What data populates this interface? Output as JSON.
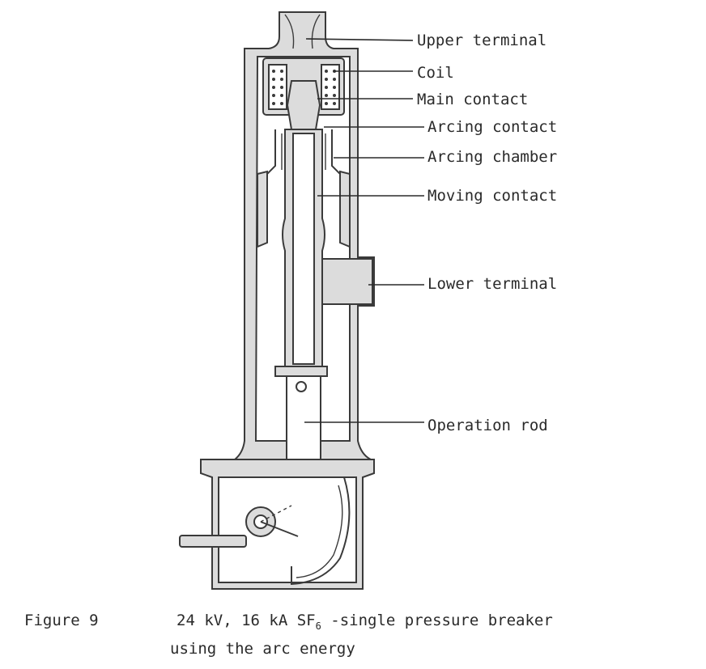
{
  "labels": {
    "upper_terminal": "Upper terminal",
    "coil": "Coil",
    "main_contact": "Main contact",
    "arcing_contact": "Arcing contact",
    "arcing_chamber": "Arcing chamber",
    "moving_contact": "Moving contact",
    "lower_terminal": "Lower terminal",
    "operation_rod": "Operation rod"
  },
  "caption": {
    "figure": "Figure 9",
    "line1_before_sub": "24 kV, 16 kA SF",
    "subscript": "6",
    "line1_after_sub": " -single pressure breaker",
    "line2": "using the arc energy"
  }
}
